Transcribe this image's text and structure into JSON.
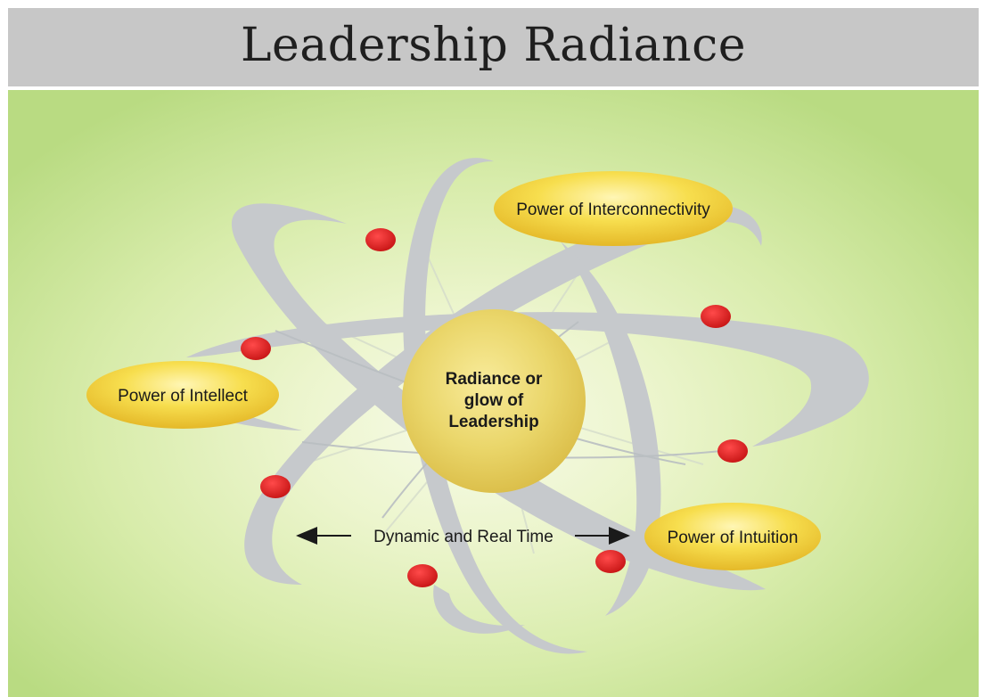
{
  "title": "Leadership Radiance",
  "center": {
    "line1": "Radiance or",
    "line2": "glow of",
    "line3": "Leadership"
  },
  "nodes": {
    "interconnectivity": "Power of Interconnectivity",
    "intellect": "Power of Intellect",
    "intuition": "Power of Intuition"
  },
  "arrow_label": "Dynamic and Real Time",
  "colors": {
    "title_bar": "#c7c7c7",
    "background_center": "#f7fbe8",
    "background_edge": "#b9db82",
    "orbit": "#c6c9cc",
    "electron": "#d81e1e",
    "node_fill": "#f3d23b",
    "center_fill": "#e7cf57"
  }
}
